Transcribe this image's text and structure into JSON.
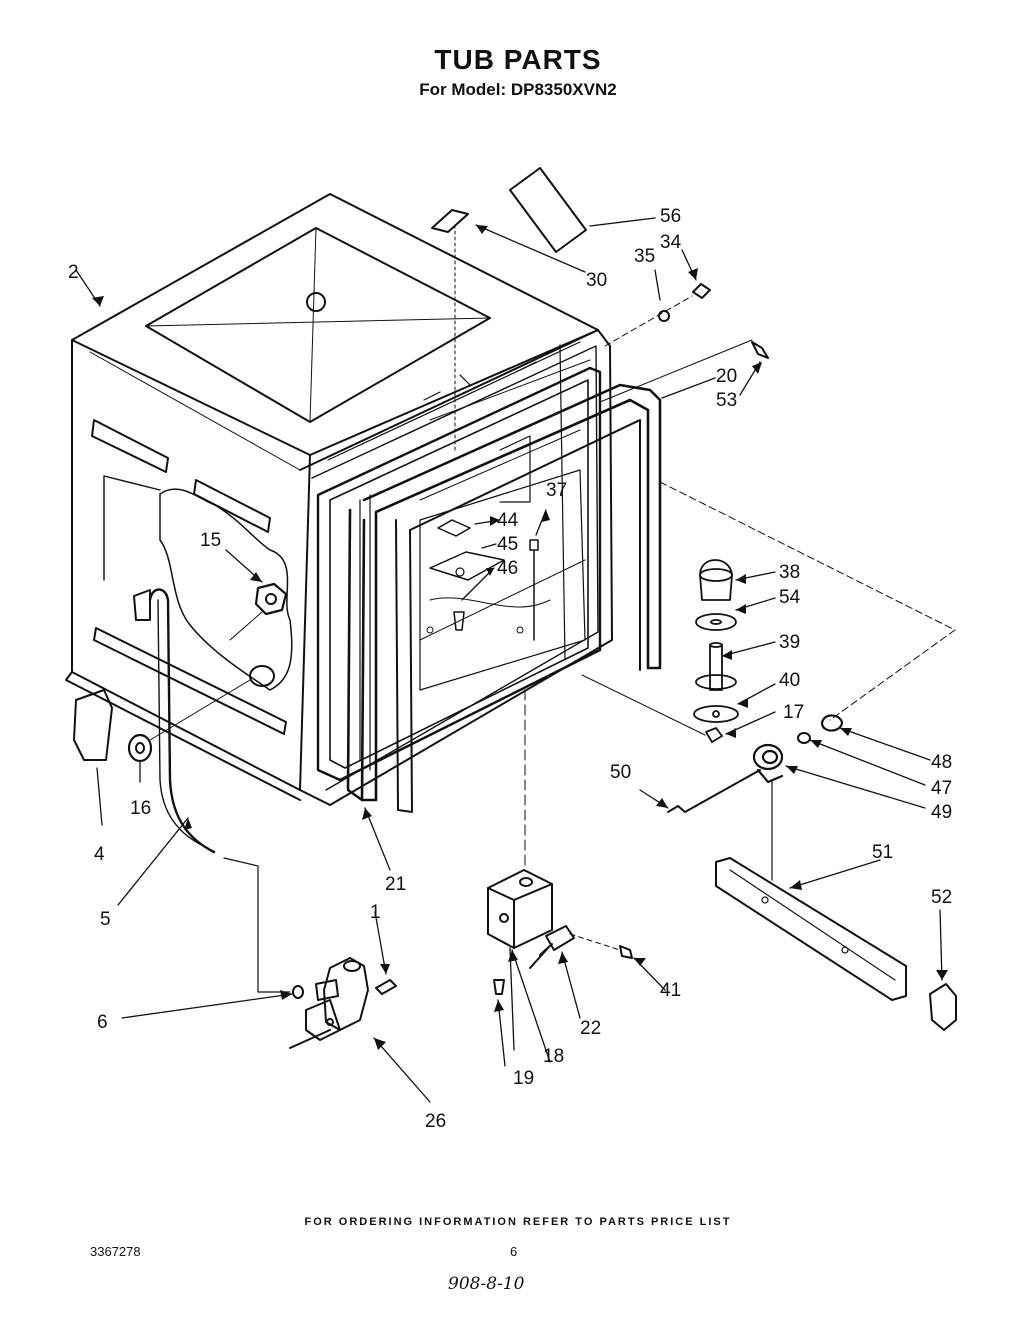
{
  "header": {
    "title": "TUB PARTS",
    "subtitle": "For Model: DP8350XVN2"
  },
  "footer": {
    "note": "FOR ORDERING INFORMATION REFER TO PARTS PRICE LIST",
    "doc_number": "3367278",
    "page_number": "6",
    "handwritten": "908-8-10"
  },
  "callouts": {
    "c1": "1",
    "c2": "2",
    "c4": "4",
    "c5": "5",
    "c6": "6",
    "c15": "15",
    "c16": "16",
    "c17": "17",
    "c18": "18",
    "c19": "19",
    "c20": "20",
    "c21": "21",
    "c22": "22",
    "c26": "26",
    "c30": "30",
    "c34": "34",
    "c35": "35",
    "c37": "37",
    "c38": "38",
    "c39": "39",
    "c40": "40",
    "c41": "41",
    "c44": "44",
    "c45": "45",
    "c46": "46",
    "c47": "47",
    "c48": "48",
    "c49": "49",
    "c50": "50",
    "c51": "51",
    "c52": "52",
    "c53": "53",
    "c54": "54",
    "c56": "56"
  }
}
